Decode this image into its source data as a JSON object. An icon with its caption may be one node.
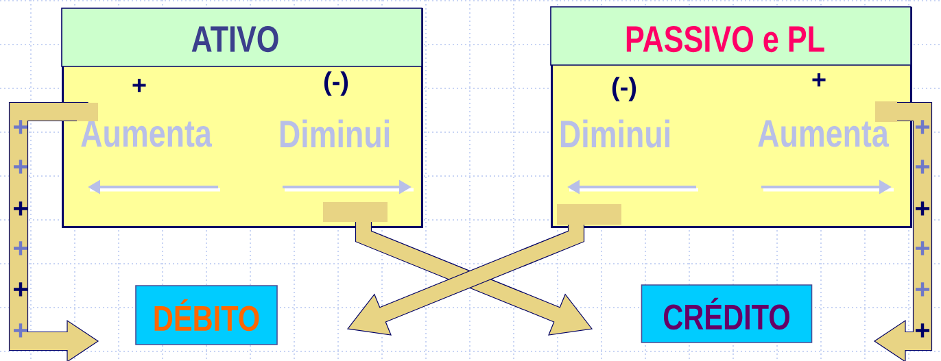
{
  "diagram": {
    "nodes": [
      {
        "text": [
          "ATIVO",
          "+",
          "(-)",
          "Aumenta",
          "Diminui"
        ]
      },
      {
        "text": [
          "PASSIVO e PL",
          "(-)",
          "+",
          "Diminui",
          "Aumenta"
        ]
      },
      {
        "text": [
          "DÉBITO"
        ]
      },
      {
        "text": [
          "CRÉDITO"
        ]
      }
    ],
    "edges": [
      {
        "from": 0,
        "to": 2,
        "arrow": "to"
      },
      {
        "from": 0,
        "to": 3,
        "arrow": "to"
      },
      {
        "from": 1,
        "to": 2,
        "arrow": "to"
      },
      {
        "from": 1,
        "to": 3,
        "arrow": "to"
      }
    ],
    "labels": [
      "+",
      "+",
      "+",
      "+",
      "+",
      "+",
      "+",
      "+",
      "+",
      "+",
      "+",
      "+"
    ]
  }
}
